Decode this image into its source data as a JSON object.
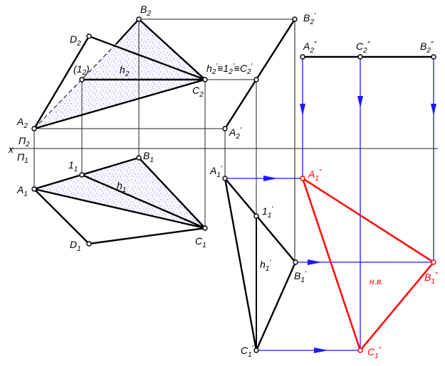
{
  "title": "Determining the true size of triangle ABC by the method of changing projection planes",
  "colors": {
    "lines": "#000000",
    "projection_arrows": "#1a1aff",
    "true_size": "#ff0000",
    "stipple": "#3030ff"
  },
  "axis": {
    "x": "x",
    "upper_plane": "П",
    "upper_sub": "2",
    "lower_plane": "П",
    "lower_sub": "1"
  },
  "labels": {
    "B2": {
      "t": "B",
      "s": "2"
    },
    "D2": {
      "t": "D",
      "s": "2"
    },
    "one2": {
      "t": "(1",
      "s": "2",
      "e": ")"
    },
    "h2": {
      "t": "h",
      "s": "2"
    },
    "C2": {
      "t": "C",
      "s": "2"
    },
    "A2": {
      "t": "A",
      "s": "2"
    },
    "h2p": {
      "t": "h",
      "s": "2",
      "p": "′",
      "eq": "≡1",
      "eq_s": "2",
      "eq_p": "′",
      "eq2": "≡C",
      "eq2_s": "2",
      "eq2_p": "′"
    },
    "B2p": {
      "t": "B",
      "s": "2",
      "p": "′"
    },
    "A2p": {
      "t": "A",
      "s": "2",
      "p": "′"
    },
    "A2pp": {
      "t": "A",
      "s": "2",
      "p": "″"
    },
    "C2pp": {
      "t": "C",
      "s": "2",
      "p": "″"
    },
    "B2pp": {
      "t": "B",
      "s": "2",
      "p": "″"
    },
    "one1": {
      "t": "1",
      "s": "1"
    },
    "B1": {
      "t": "B",
      "s": "1"
    },
    "A1": {
      "t": "A",
      "s": "1"
    },
    "h1": {
      "t": "h",
      "s": "1"
    },
    "D1": {
      "t": "D",
      "s": "1"
    },
    "C1": {
      "t": "C",
      "s": "1"
    },
    "A1p": {
      "t": "A",
      "s": "1",
      "p": "′"
    },
    "A1pp": {
      "t": "A",
      "s": "1",
      "p": "″"
    },
    "one1p": {
      "t": "1",
      "s": "1",
      "p": "′"
    },
    "h1p": {
      "t": "h",
      "s": "1",
      "p": "′"
    },
    "B1p": {
      "t": "B",
      "s": "1",
      "p": "′"
    },
    "B1pp": {
      "t": "B",
      "s": "1",
      "p": "″"
    },
    "C1p": {
      "t": "C",
      "s": "1",
      "p": "′"
    },
    "C1pp": {
      "t": "C",
      "s": "1",
      "p": "″"
    },
    "true_size": "н.в."
  }
}
